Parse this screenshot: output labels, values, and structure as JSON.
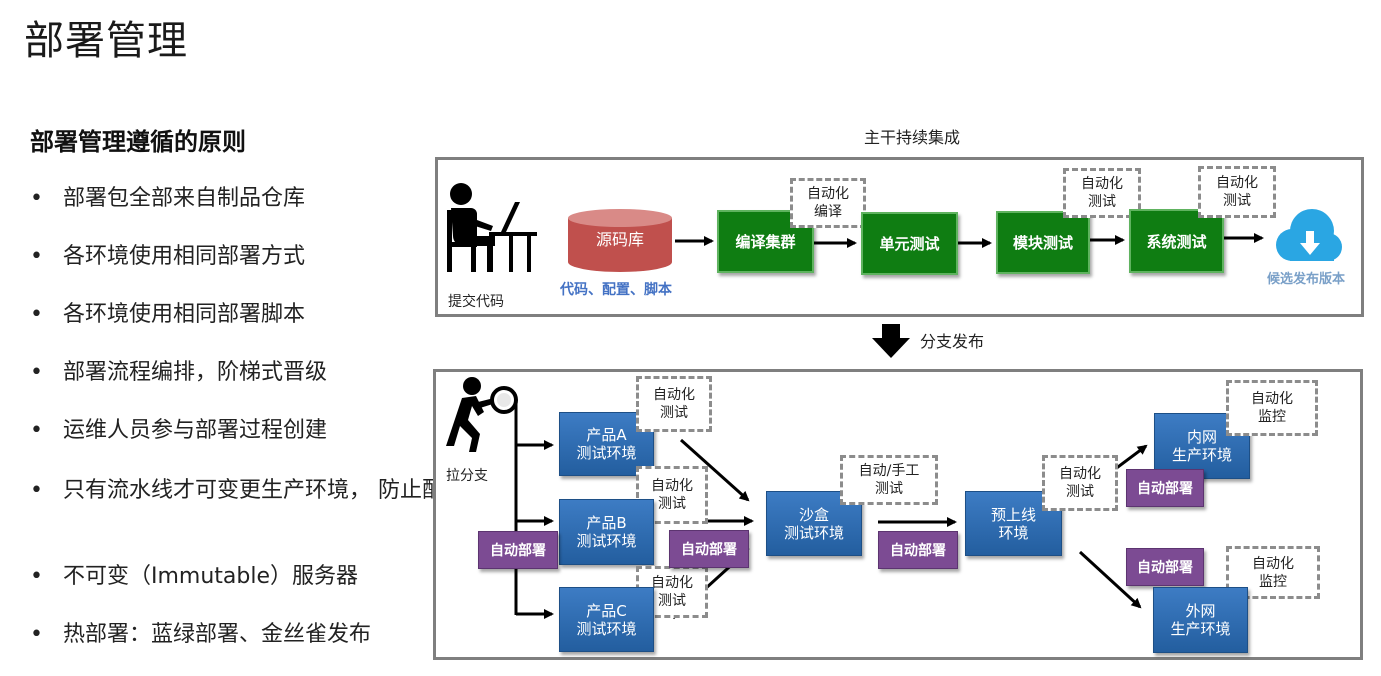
{
  "page": {
    "title": "部署管理",
    "subtitle": "部署管理遵循的原则",
    "bullets": [
      {
        "text": "部署包全部来自制品仓库"
      },
      {
        "text": "各环境使用相同部署方式"
      },
      {
        "text": "各环境使用相同部署脚本"
      },
      {
        "text": "部署流程编排，阶梯式晋级"
      },
      {
        "text": "运维人员参与部署过程创建"
      },
      {
        "text": "只有流水线才可变更生产环境，\n防止配置漂移"
      },
      {
        "text": "不可变（Immutable）服务器"
      },
      {
        "text": "热部署：蓝绿部署、金丝雀发布"
      }
    ],
    "bullet_glyph": "•"
  },
  "ci": {
    "heading": "主干持续集成",
    "commit_label": "提交代码",
    "repo": "源码库",
    "repo_caption": "代码、配置、脚本",
    "build": "编译集群",
    "unit": "单元测试",
    "module": "模块测试",
    "system": "系统测试",
    "auto_compile": "自动化\n编译",
    "auto_test_1": "自动化\n测试",
    "auto_test_2": "自动化\n测试",
    "candidate": "候选发布版本"
  },
  "branch_release": {
    "label": "分支发布"
  },
  "release": {
    "branch_label": "拉分支",
    "product_a": "产品A\n测试环境",
    "product_b": "产品B\n测试环境",
    "product_c": "产品C\n测试环境",
    "auto_test_a": "自动化\n测试",
    "auto_test_b": "自动化\n测试",
    "auto_test_c": "自动化\n测试",
    "auto_deploy_left": "自动部署",
    "auto_deploy_mid": "自动部署",
    "sandbox": "沙盒\n测试环境",
    "auto_manual_test": "自动/手工\n测试",
    "auto_deploy_sandbox": "自动部署",
    "preprod": "预上线\n环境",
    "auto_test_pre": "自动化\n测试",
    "intranet": "内网\n生产环境",
    "auto_monitor_1": "自动化\n监控",
    "auto_deploy_intranet": "自动部署",
    "extranet": "外网\n生产环境",
    "auto_monitor_2": "自动化\n监控",
    "auto_deploy_extranet": "自动部署"
  },
  "colors": {
    "green": "#0f7d12",
    "blue": "#2f6db3",
    "purple": "#7c4b93",
    "repo_red": "#c0504d",
    "cloud_blue": "#2aa6e3",
    "frame_gray": "#7f7f7f"
  },
  "icons": {
    "person_computer": "person-at-computer-icon",
    "database": "database-cylinder-icon",
    "cloud": "cloud-download-icon",
    "walker": "person-with-magnifier-icon",
    "down_arrow": "down-arrow-icon"
  }
}
